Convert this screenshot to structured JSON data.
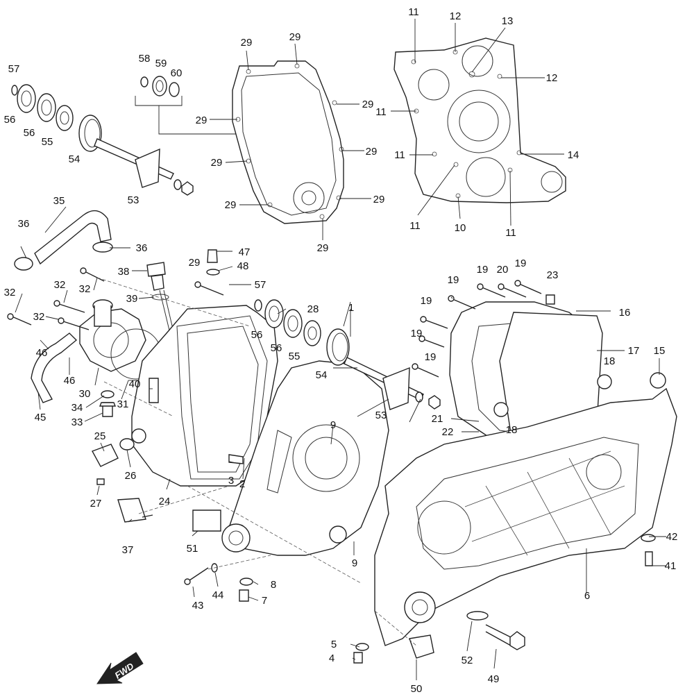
{
  "diagram": {
    "fwd_label": "FWD",
    "callouts": {
      "c1": "1",
      "c2": "2",
      "c3": "3",
      "c4": "4",
      "c5": "5",
      "c6": "6",
      "c7": "7",
      "c8": "8",
      "c9a": "9",
      "c9b": "9",
      "c10": "10",
      "c11a": "11",
      "c11b": "11",
      "c11c": "11",
      "c11d": "11",
      "c11e": "11",
      "c12a": "12",
      "c12b": "12",
      "c13": "13",
      "c14": "14",
      "c15": "15",
      "c16": "16",
      "c17": "17",
      "c18a": "18",
      "c18b": "18",
      "c19a": "19",
      "c19b": "19",
      "c19c": "19",
      "c19d": "19",
      "c19e": "19",
      "c19f": "19",
      "c20": "20",
      "c21": "21",
      "c22": "22",
      "c23": "23",
      "c24": "24",
      "c25": "25",
      "c26": "26",
      "c27": "27",
      "c28": "28",
      "c29a": "29",
      "c29b": "29",
      "c29c": "29",
      "c29d": "29",
      "c29e": "29",
      "c29f": "29",
      "c29g": "29",
      "c29h": "29",
      "c29i": "29",
      "c29j": "29",
      "c30": "30",
      "c31": "31",
      "c32a": "32",
      "c32b": "32",
      "c32c": "32",
      "c32d": "32",
      "c33": "33",
      "c34": "34",
      "c35": "35",
      "c36a": "36",
      "c36b": "36",
      "c37": "37",
      "c38": "38",
      "c39": "39",
      "c40": "40",
      "c41": "41",
      "c42": "42",
      "c43": "43",
      "c44": "44",
      "c45": "45",
      "c46a": "46",
      "c46b": "46",
      "c47": "47",
      "c48": "48",
      "c49": "49",
      "c50": "50",
      "c51": "51",
      "c52": "52",
      "c53a": "53",
      "c53b": "53",
      "c54a": "54",
      "c54b": "54",
      "c55a": "55",
      "c55b": "55",
      "c56a": "56",
      "c56b": "56",
      "c56c": "56",
      "c56d": "56",
      "c57a": "57",
      "c57b": "57",
      "c58": "58",
      "c59": "59",
      "c60": "60"
    }
  }
}
